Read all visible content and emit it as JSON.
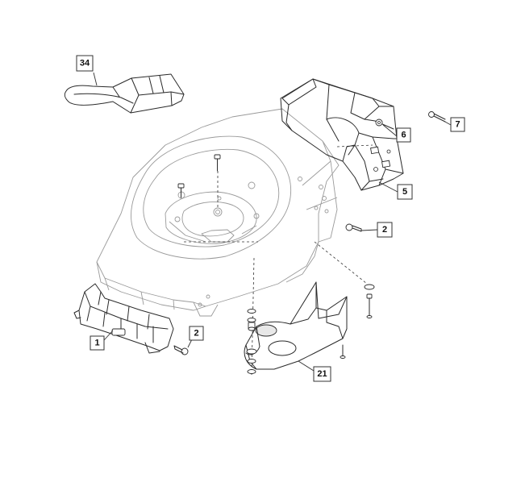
{
  "callouts": [
    {
      "id": "c34",
      "label": "34"
    },
    {
      "id": "c7",
      "label": "7"
    },
    {
      "id": "c6",
      "label": "6"
    },
    {
      "id": "c5",
      "label": "5"
    },
    {
      "id": "c2a",
      "label": "2"
    },
    {
      "id": "c2b",
      "label": "2"
    },
    {
      "id": "c1",
      "label": "1"
    },
    {
      "id": "c21",
      "label": "21"
    }
  ]
}
